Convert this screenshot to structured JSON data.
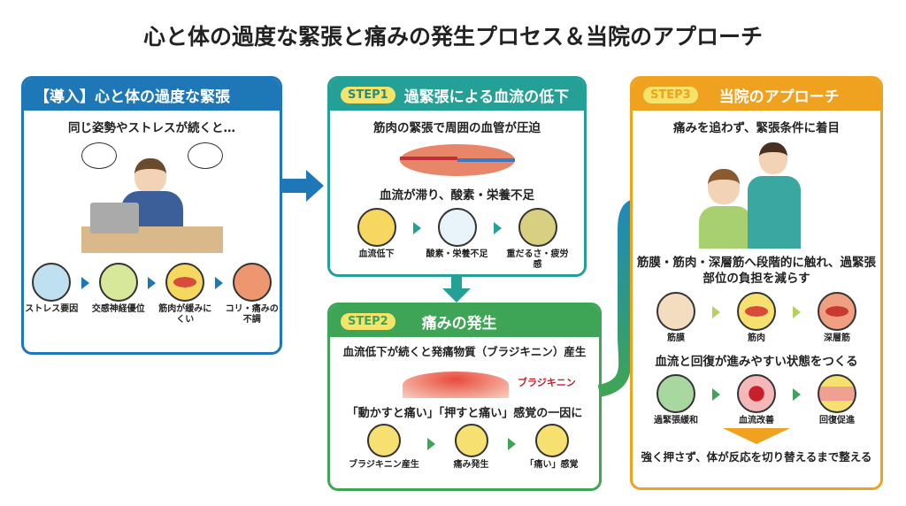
{
  "title": "心と体の過度な緊張と痛みの発生プロセス＆当院のアプローチ",
  "colors": {
    "intro": "#1e78b8",
    "step1": "#24a096",
    "step2": "#3ea556",
    "step3": "#efa21f"
  },
  "intro": {
    "header": "【導入】心と体の過度な緊張",
    "subtitle": "同じ姿勢やストレスが続くと…",
    "illustration": "stressed-office-worker",
    "items": [
      {
        "label": "ストレス要因",
        "icon": "stress-head-icon"
      },
      {
        "label": "交感神経優位",
        "icon": "nerve-icon"
      },
      {
        "label": "筋肉が緩みにくい",
        "icon": "muscle-icon"
      },
      {
        "label": "コリ・痛みの不調",
        "icon": "pain-body-icon"
      }
    ]
  },
  "step1": {
    "badge": "STEP1",
    "header": "過緊張による血流の低下",
    "subtitle": "筋肉の緊張で周囲の血管が圧迫",
    "caption": "血流が滞り、酸素・栄養不足",
    "items": [
      {
        "label": "血流低下",
        "icon": "blood-vessel-icon"
      },
      {
        "label": "酸素・栄養不足",
        "icon": "empty-glass-icon"
      },
      {
        "label": "重だるさ・疲労感",
        "icon": "tired-person-icon"
      }
    ]
  },
  "step2": {
    "badge": "STEP2",
    "header": "痛みの発生",
    "subtitle": "血流低下が続くと発痛物質（ブラジキニン）産生",
    "annotation": "ブラジキニン",
    "caption": "「動かすと痛い」「押すと痛い」感覚の一因に",
    "items": [
      {
        "label": "ブラジキニン産生",
        "icon": "molecules-icon"
      },
      {
        "label": "痛み発生",
        "icon": "pain-wave-icon"
      },
      {
        "label": "「痛い」感覚",
        "icon": "pain-person-icon"
      }
    ]
  },
  "step3": {
    "badge": "STEP3",
    "header": "当院のアプローチ",
    "subtitle": "痛みを追わず、緊張条件に着目",
    "caption1": "筋膜・筋肉・深層筋へ段階的に触れ、過緊張部位の負担を減らす",
    "items1": [
      {
        "label": "筋膜",
        "icon": "fascia-icon"
      },
      {
        "label": "筋肉",
        "icon": "muscle-icon"
      },
      {
        "label": "深層筋",
        "icon": "deep-muscle-icon"
      }
    ],
    "caption2": "血流と回復が進みやすい状態をつくる",
    "items2": [
      {
        "label": "過緊張緩和",
        "icon": "relax-icon"
      },
      {
        "label": "血流改善",
        "icon": "blood-drop-icon"
      },
      {
        "label": "回復促進",
        "icon": "tissue-icon"
      }
    ],
    "footer": "強く押さず、体が反応を切り替えるまで整える"
  }
}
